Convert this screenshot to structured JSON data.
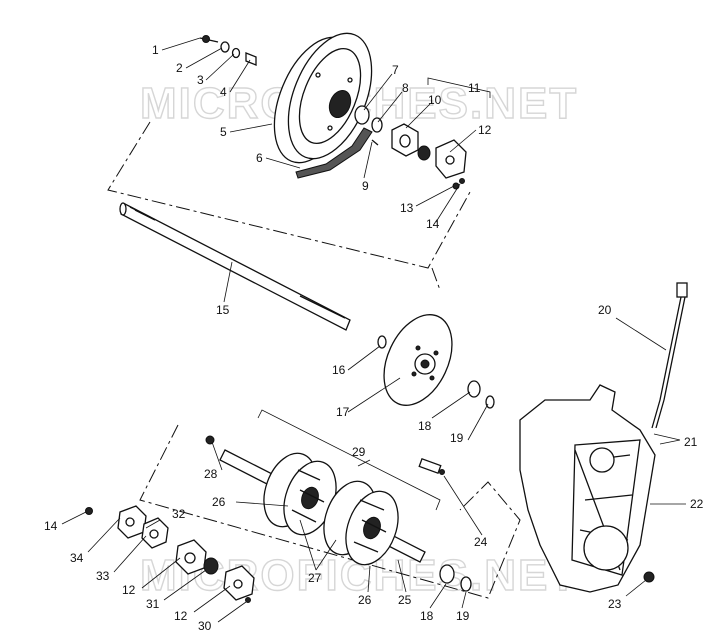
{
  "watermarks": [
    "MICROFICHES.NET",
    "MICROFICHES.NET"
  ],
  "callouts": [
    "1",
    "2",
    "3",
    "4",
    "5",
    "6",
    "7",
    "8",
    "9",
    "10",
    "11",
    "12",
    "13",
    "14",
    "15",
    "16",
    "17",
    "18",
    "19",
    "20",
    "21",
    "22",
    "23",
    "24",
    "25",
    "26",
    "27",
    "28",
    "29",
    "14",
    "34",
    "33",
    "12",
    "31",
    "12",
    "30",
    "32",
    "26",
    "18",
    "19"
  ]
}
